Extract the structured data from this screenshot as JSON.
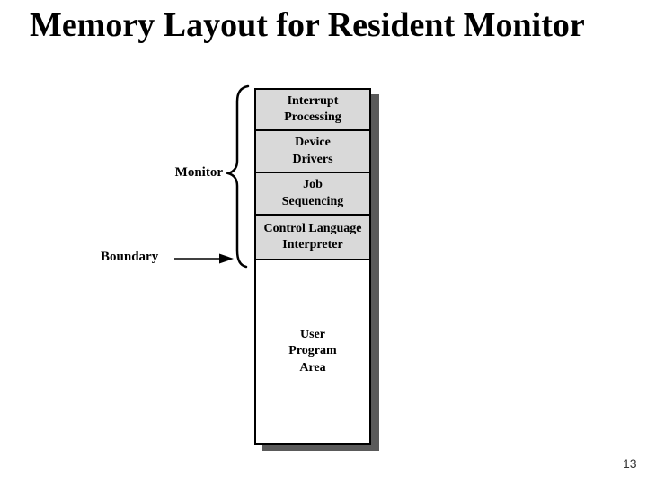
{
  "slide": {
    "title": "Memory Layout for Resident Monitor",
    "page_number": "13"
  },
  "diagram": {
    "monitor_label": "Monitor",
    "boundary_label": "Boundary",
    "regions": [
      {
        "name": "interrupt-processing",
        "label": "Interrupt\nProcessing"
      },
      {
        "name": "device-drivers",
        "label": "Device\nDrivers"
      },
      {
        "name": "job-sequencing",
        "label": "Job\nSequencing"
      },
      {
        "name": "control-language-interpreter",
        "label": "Control Language\nInterpreter"
      },
      {
        "name": "user-program-area",
        "label": "User\nProgram\nArea"
      }
    ],
    "colors": {
      "monitor_region_fill": "#d9d9d9",
      "user_region_fill": "#ffffff",
      "shadow": "#5a5a5a",
      "border": "#000000"
    }
  }
}
